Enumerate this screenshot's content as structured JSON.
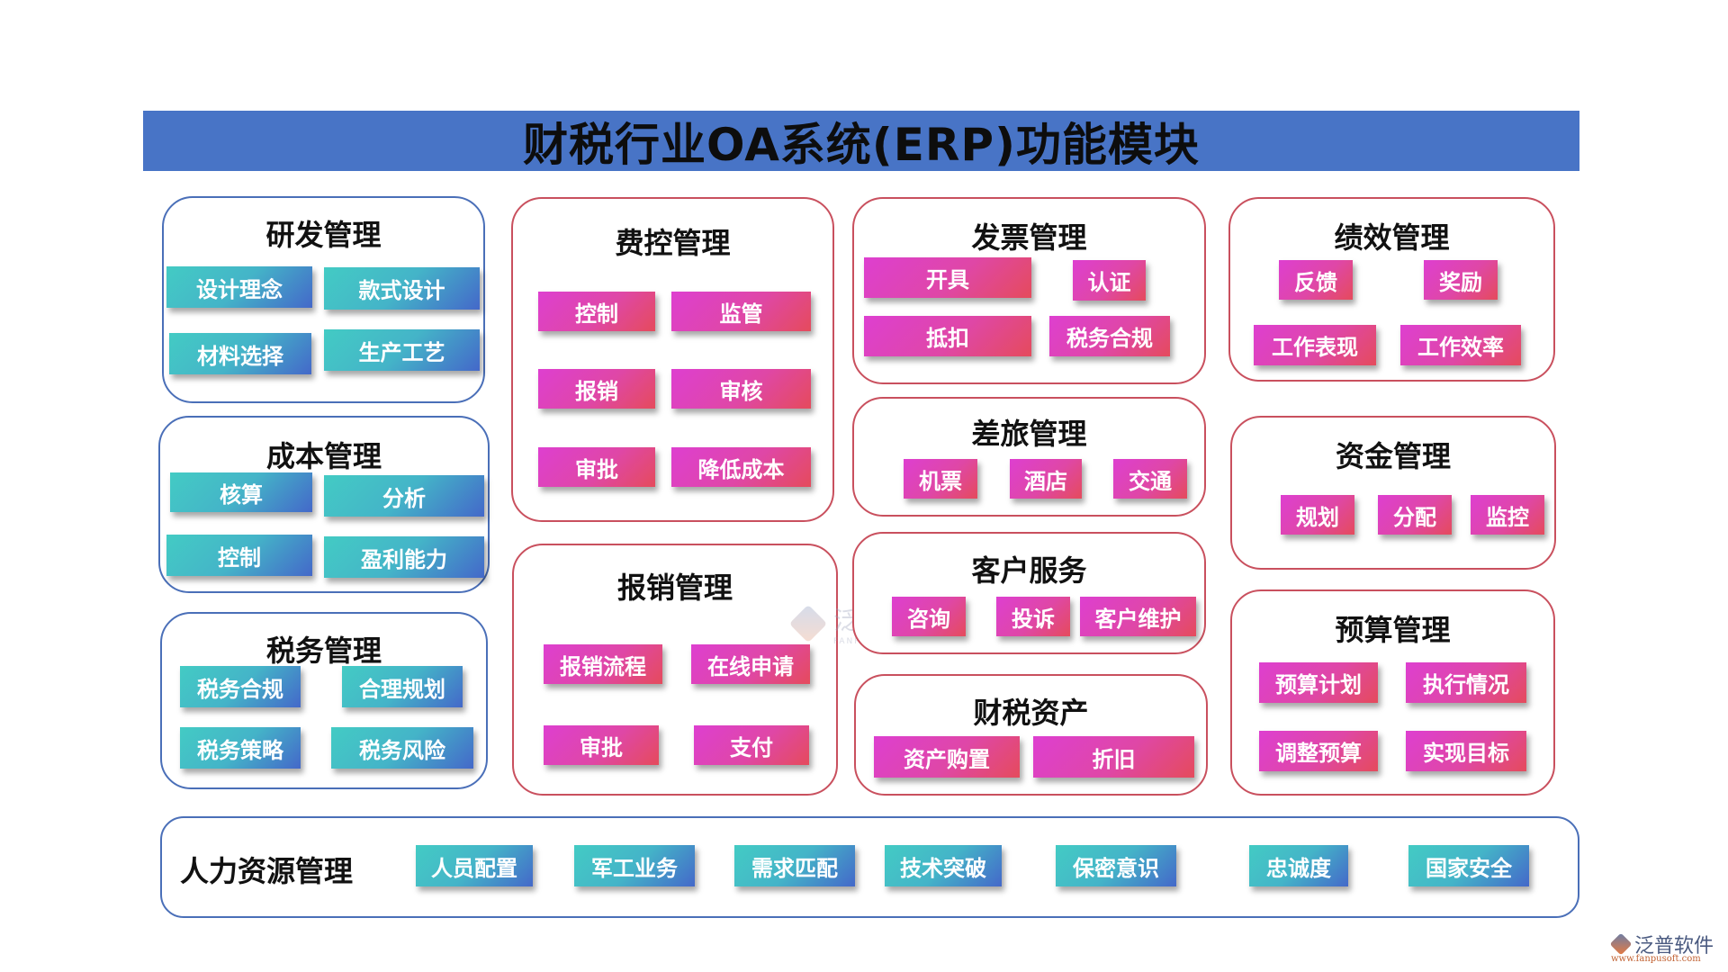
{
  "title": "财税行业OA系统(ERP)功能模块",
  "colors": {
    "title_bar": "#4874c6",
    "blue_border": "#4a6fb8",
    "red_border": "#c9505e",
    "teal_start": "#43cbc4",
    "teal_end": "#4468c9",
    "pink_start": "#de3fd0",
    "pink_end": "#e54b5c"
  },
  "modules": {
    "rd": {
      "title": "研发管理",
      "items": [
        "设计理念",
        "款式设计",
        "材料选择",
        "生产工艺"
      ]
    },
    "cost": {
      "title": "成本管理",
      "items": [
        "核算",
        "分析",
        "控制",
        "盈利能力"
      ]
    },
    "tax": {
      "title": "税务管理",
      "items": [
        "税务合规",
        "合理规划",
        "税务策略",
        "税务风险"
      ]
    },
    "expense_control": {
      "title": "费控管理",
      "items": [
        "控制",
        "监管",
        "报销",
        "审核",
        "审批",
        "降低成本"
      ]
    },
    "reimburse": {
      "title": "报销管理",
      "items": [
        "报销流程",
        "在线申请",
        "审批",
        "支付"
      ]
    },
    "invoice": {
      "title": "发票管理",
      "items": [
        "开具",
        "认证",
        "抵扣",
        "税务合规"
      ]
    },
    "travel": {
      "title": "差旅管理",
      "items": [
        "机票",
        "酒店",
        "交通"
      ]
    },
    "customer": {
      "title": "客户服务",
      "items": [
        "咨询",
        "投诉",
        "客户维护"
      ]
    },
    "assets": {
      "title": "财税资产",
      "items": [
        "资产购置",
        "折旧"
      ]
    },
    "performance": {
      "title": "绩效管理",
      "items": [
        "反馈",
        "奖励",
        "工作表现",
        "工作效率"
      ]
    },
    "funds": {
      "title": "资金管理",
      "items": [
        "规划",
        "分配",
        "监控"
      ]
    },
    "budget": {
      "title": "预算管理",
      "items": [
        "预算计划",
        "执行情况",
        "调整预算",
        "实现目标"
      ]
    },
    "hr": {
      "title": "人力资源管理",
      "items": [
        "人员配置",
        "军工业务",
        "需求匹配",
        "技术突破",
        "保密意识",
        "忠诚度",
        "国家安全"
      ]
    }
  },
  "watermark": {
    "name": "泛普软件",
    "sub": "FANPU SOFTWARE"
  },
  "logo": {
    "name": "泛普软件",
    "url": "www.fanpusoft.com"
  }
}
